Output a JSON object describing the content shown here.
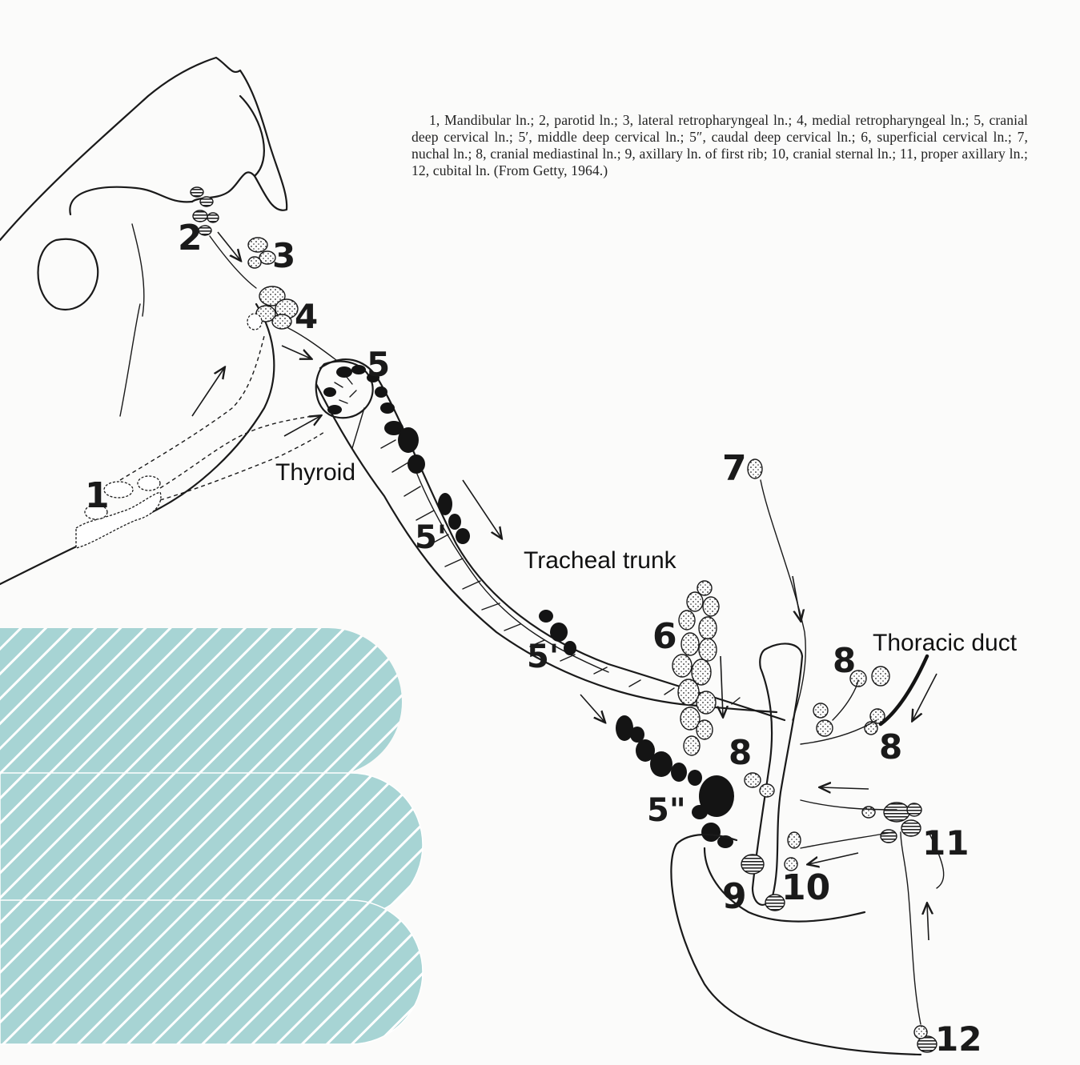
{
  "caption": "1, Mandibular ln.; 2, parotid ln.; 3, lateral retropharyngeal ln.; 4, medial retropharyngeal ln.; 5, cranial deep cervical ln.; 5′, middle deep cervical ln.; 5″, caudal deep cervical ln.; 6, superficial cervical ln.; 7, nuchal ln.; 8, cranial mediastinal ln.; 9, axillary ln. of first rib; 10, cranial sternal ln.; 11, proper axillary ln.; 12, cubital ln. (From Getty, 1964.)",
  "labels": {
    "n1": "1",
    "n2": "2",
    "n3": "3",
    "n4": "4",
    "n5": "5",
    "n5p_upper": "5'",
    "n5p_lower": "5'",
    "n5pp": "5\"",
    "n6": "6",
    "n7": "7",
    "n8_left": "8",
    "n8_top": "8",
    "n8_right": "8",
    "n9": "9",
    "n10": "10",
    "n11": "11",
    "n12": "12"
  },
  "structures": {
    "thyroid": "Thyroid",
    "tracheal_trunk": "Tracheal trunk",
    "thoracic_duct": "Thoracic duct"
  },
  "colors": {
    "overlay": "#a7d4d4",
    "ink": "#1a1a1a",
    "paper": "#fbfbfa"
  }
}
